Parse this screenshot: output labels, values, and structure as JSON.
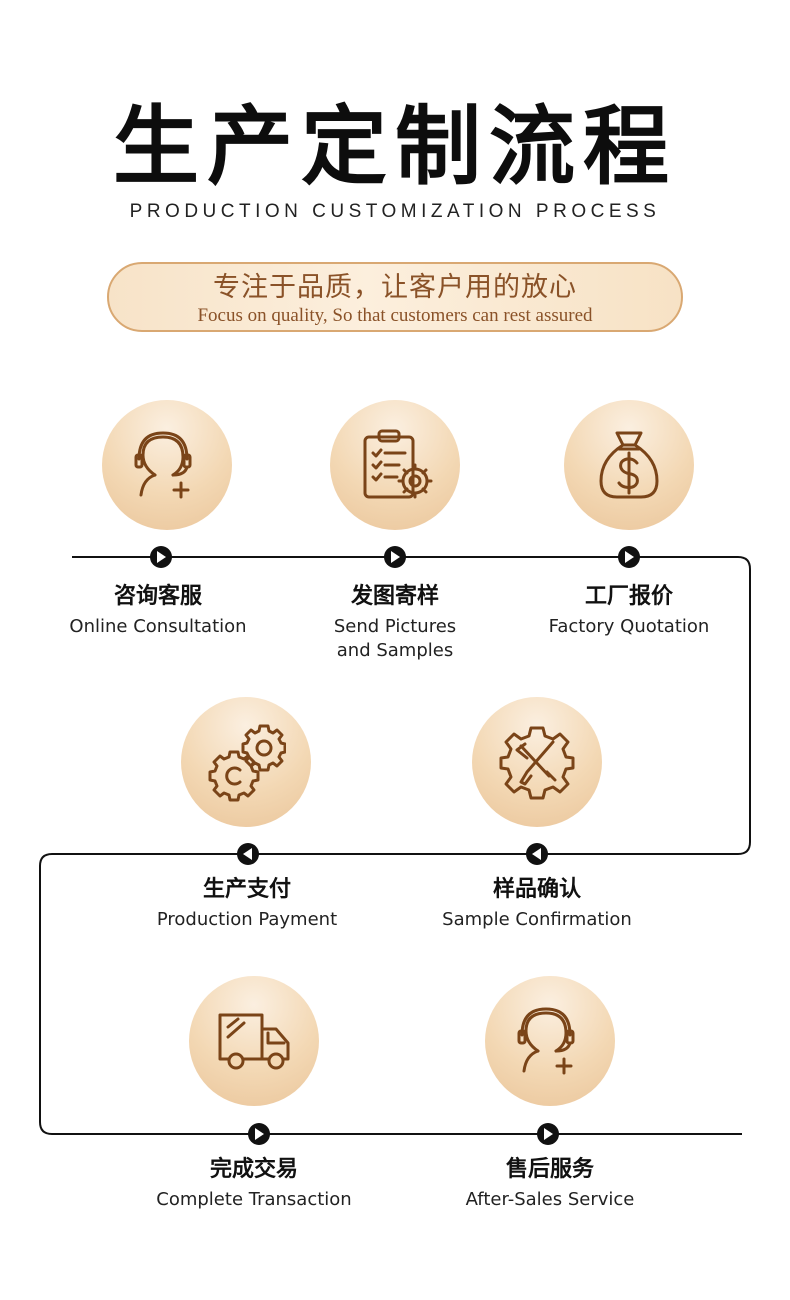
{
  "header": {
    "title": "生产定制流程",
    "subtitle": "PRODUCTION CUSTOMIZATION PROCESS"
  },
  "slogan": {
    "cn": "专注于品质，让客户用的放心",
    "en": "Focus on quality, So that customers can rest assured"
  },
  "colors": {
    "icon_stroke": "#7a4418",
    "circle_light": "#fbefe0",
    "circle_dark": "#eac59a",
    "line": "#111111",
    "slogan_border": "#d9a872"
  },
  "steps": [
    {
      "icon": "customer-service-icon",
      "cn": "咨询客服",
      "en": "Online Consultation"
    },
    {
      "icon": "clipboard-gear-icon",
      "cn": "发图寄样",
      "en": "Send Pictures",
      "en2": "and Samples"
    },
    {
      "icon": "money-bag-icon",
      "cn": "工厂报价",
      "en": "Factory Quotation"
    },
    {
      "icon": "tools-gear-icon",
      "cn": "样品确认",
      "en": "Sample Confirmation"
    },
    {
      "icon": "gears-icon",
      "cn": "生产支付",
      "en": "Production Payment"
    },
    {
      "icon": "delivery-truck-icon",
      "cn": "完成交易",
      "en": "Complete Transaction"
    },
    {
      "icon": "after-sales-icon",
      "cn": "售后服务",
      "en": "After-Sales Service"
    }
  ]
}
